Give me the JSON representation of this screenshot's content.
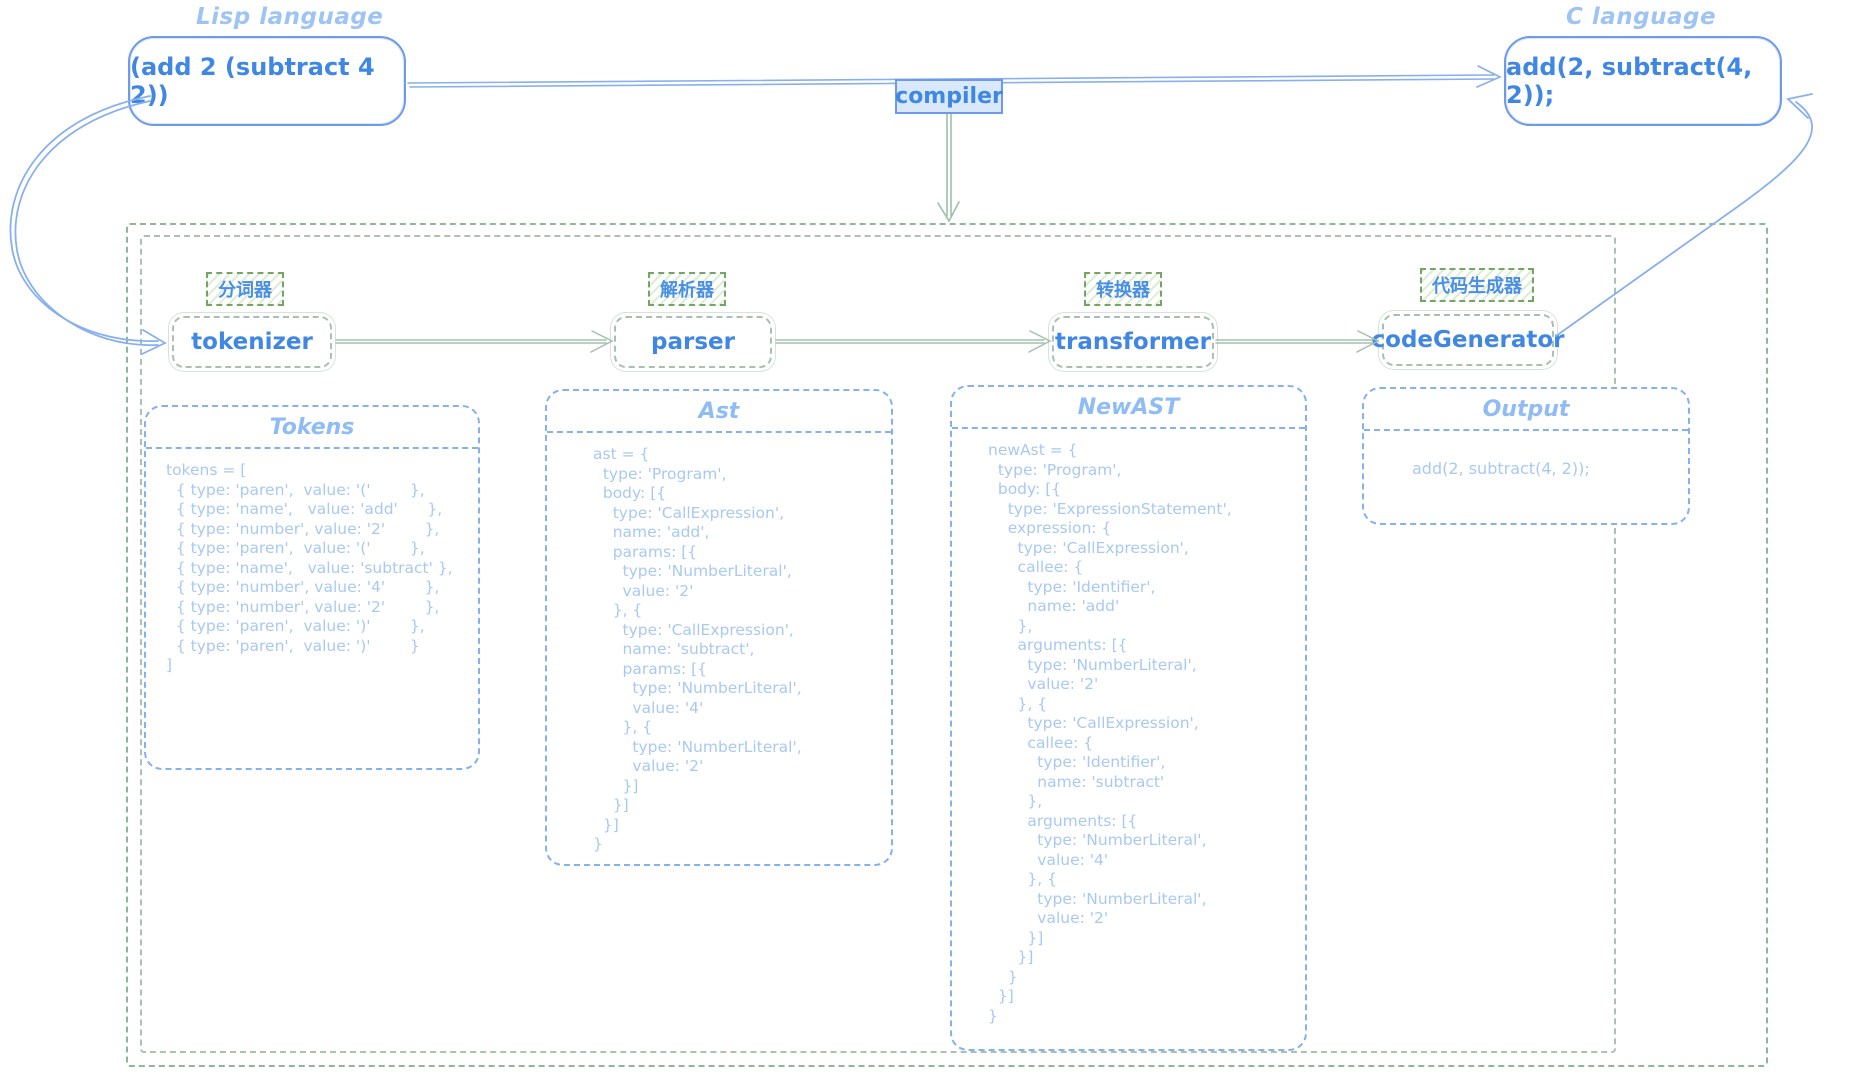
{
  "diagram": {
    "source": {
      "label": "Lisp language",
      "code": "(add 2 (subtract 4 2))"
    },
    "target": {
      "label": "C language",
      "code": "add(2, subtract(4, 2));"
    },
    "compiler_label": "compiler",
    "stages": [
      {
        "cn_label": "分词器",
        "name": "tokenizer"
      },
      {
        "cn_label": "解析器",
        "name": "parser"
      },
      {
        "cn_label": "转换器",
        "name": "transformer"
      },
      {
        "cn_label": "代码生成器",
        "name": "codeGenerator"
      }
    ],
    "panels": [
      {
        "title": "Tokens",
        "code": "tokens = [\n  { type: 'paren',  value: '('        },\n  { type: 'name',   value: 'add'      },\n  { type: 'number', value: '2'        },\n  { type: 'paren',  value: '('        },\n  { type: 'name',   value: 'subtract' },\n  { type: 'number', value: '4'        },\n  { type: 'number', value: '2'        },\n  { type: 'paren',  value: ')'        },\n  { type: 'paren',  value: ')'        }\n]"
      },
      {
        "title": "Ast",
        "code": "ast = {\n  type: 'Program',\n  body: [{\n    type: 'CallExpression',\n    name: 'add',\n    params: [{\n      type: 'NumberLiteral',\n      value: '2'\n    }, {\n      type: 'CallExpression',\n      name: 'subtract',\n      params: [{\n        type: 'NumberLiteral',\n        value: '4'\n      }, {\n        type: 'NumberLiteral',\n        value: '2'\n      }]\n    }]\n  }]\n}"
      },
      {
        "title": "NewAST",
        "code": "newAst = {\n  type: 'Program',\n  body: [{\n    type: 'ExpressionStatement',\n    expression: {\n      type: 'CallExpression',\n      callee: {\n        type: 'Identifier',\n        name: 'add'\n      },\n      arguments: [{\n        type: 'NumberLiteral',\n        value: '2'\n      }, {\n        type: 'CallExpression',\n        callee: {\n          type: 'Identifier',\n          name: 'subtract'\n        },\n        arguments: [{\n          type: 'NumberLiteral',\n          value: '4'\n        }, {\n          type: 'NumberLiteral',\n          value: '2'\n        }]\n      }]\n    }\n  }]\n}"
      },
      {
        "title": "Output",
        "code": "add(2, subtract(4, 2));"
      }
    ],
    "colors": {
      "hand_blue": "#3f87e3",
      "light_blue_heading": "#8fbcf4",
      "content_blue": "#a9c9f2",
      "panel_border_blue": "#85b1ee",
      "box_border_blue": "#6d9ae9",
      "arrow_blue": "#88b0ee",
      "container_green": "#8cb89a",
      "stage_border_sage": "#a9bfb0",
      "stage_arrow_sage": "#a3c0ae",
      "cn_label_green": "#74a564",
      "compiler_badge_bg": "#d9e8fa"
    }
  }
}
